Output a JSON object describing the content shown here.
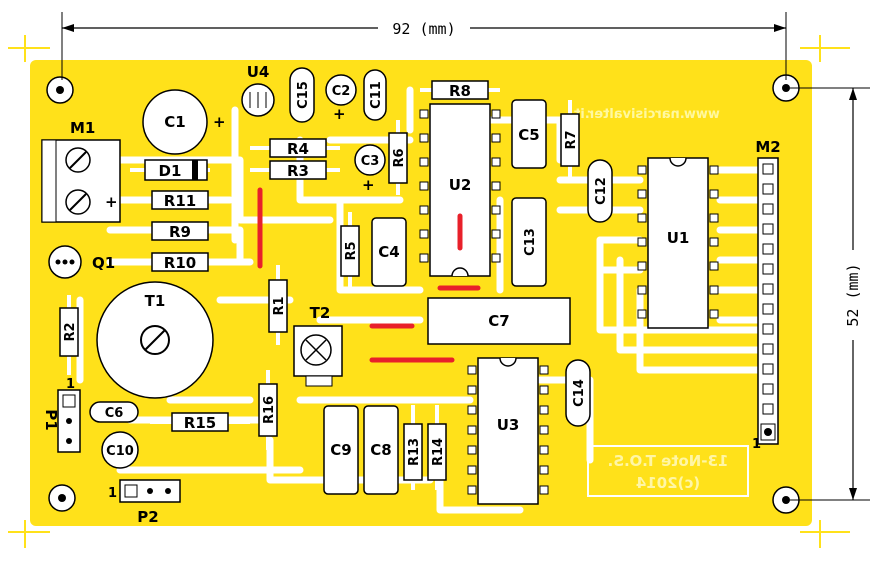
{
  "dimensions": {
    "width_label": "92 (mm)",
    "height_label": "52 (mm)"
  },
  "silk_text": {
    "website": "www.narcisivalter.it",
    "title_line1": "13-Note T.O.S.",
    "title_line2": "(c)2014"
  },
  "components": {
    "M1": "M1",
    "M2": "M2",
    "U1": "U1",
    "U2": "U2",
    "U3": "U3",
    "U4": "U4",
    "C1": "C1",
    "C2": "C2",
    "C3": "C3",
    "C4": "C4",
    "C5": "C5",
    "C6": "C6",
    "C7": "C7",
    "C8": "C8",
    "C9": "C9",
    "C10": "C10",
    "C11": "C11",
    "C12": "C12",
    "C13": "C13",
    "C14": "C14",
    "C15": "C15",
    "D1": "D1",
    "R1": "R1",
    "R2": "R2",
    "R3": "R3",
    "R4": "R4",
    "R5": "R5",
    "R6": "R6",
    "R7": "R7",
    "R8": "R8",
    "R9": "R9",
    "R10": "R10",
    "R11": "R11",
    "R13": "R13",
    "R14": "R14",
    "R15": "R15",
    "R16": "R16",
    "T1": "T1",
    "T2": "T2",
    "Q1": "Q1",
    "P1": "P1",
    "P2": "P2"
  },
  "pin_marks": {
    "p2_pin1": "1",
    "m2_pin1": "1",
    "p1_pin1": "1",
    "plus": "+"
  },
  "colors": {
    "copper": "#ffe11a",
    "jumper": "#e8202a",
    "silkscreen": "#000000",
    "board_outline": "#ffe11a"
  }
}
